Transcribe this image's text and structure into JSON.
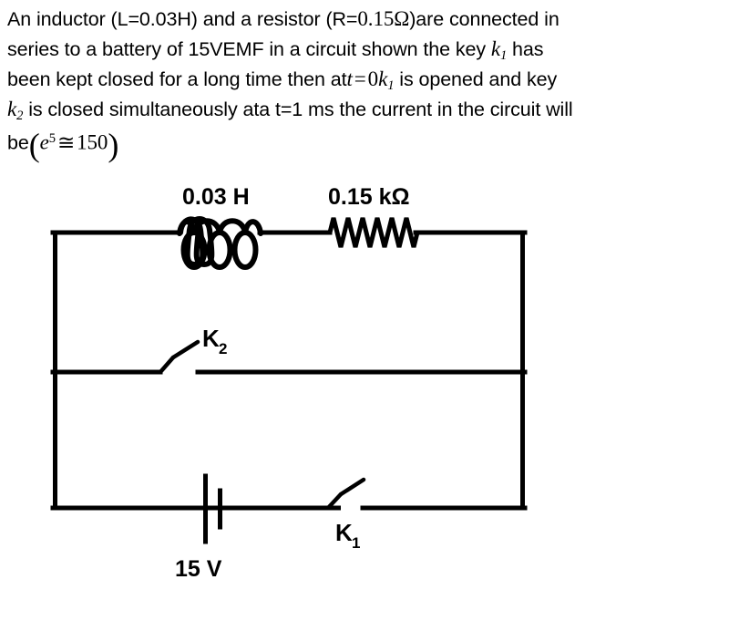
{
  "question": {
    "lines": [
      [
        {
          "t": "An inductor (L=0.03H) and a resistor (R=",
          "s": "plain"
        },
        {
          "t": "0.15",
          "s": "math-upright"
        },
        {
          "t": "Ω",
          "s": "math-upright"
        },
        {
          "t": ")are connected in",
          "s": "plain"
        }
      ],
      [
        {
          "t": "series to a battery of 15VEMF in a circuit shown the key ",
          "s": "plain"
        },
        {
          "t": "k",
          "s": "math-italic"
        },
        {
          "t": "1",
          "s": "sub"
        },
        {
          "t": " has",
          "s": "plain"
        }
      ],
      [
        {
          "t": "been kept closed for a long time then at",
          "s": "plain"
        },
        {
          "t": "t",
          "s": "math-italic"
        },
        {
          "t": "=",
          "s": "op"
        },
        {
          "t": "0",
          "s": "math-upright"
        },
        {
          "t": "k",
          "s": "math-italic"
        },
        {
          "t": "1",
          "s": "sub"
        },
        {
          "t": " is opened and key",
          "s": "plain"
        }
      ],
      [
        {
          "t": "k",
          "s": "math-italic"
        },
        {
          "t": "2",
          "s": "sub"
        },
        {
          "t": " is closed simultaneously ata t=1 ms the current in the circuit will",
          "s": "plain"
        }
      ],
      [
        {
          "t": "be",
          "s": "plain"
        },
        {
          "t": "(",
          "s": "bigparen"
        },
        {
          "t": "e",
          "s": "math-italic"
        },
        {
          "t": "5",
          "s": "sup"
        },
        {
          "t": "≅",
          "s": "op"
        },
        {
          "t": "150",
          "s": "math-upright"
        },
        {
          "t": ")",
          "s": "bigparen"
        }
      ]
    ],
    "plain_text": "An inductor (L=0.03H) and a resistor (R=0.15Ω)are connected in series to a battery of 15VEMF in a circuit shown the key k1 has been kept closed for a long time then at t=0 k1 is opened and key k2 is closed simultaneously ata t=1 ms the current in the circuit will be (e^5 ≅ 150)"
  },
  "circuit": {
    "title": "RL circuit with two keys",
    "components": {
      "inductor": {
        "label": "0.03 H",
        "symbol": "coil",
        "loops": 3,
        "branch": "top"
      },
      "resistor": {
        "label": "0.15 kΩ",
        "symbol": "zigzag",
        "peaks": 10,
        "branch": "top"
      },
      "switch_k2": {
        "label": "K",
        "subscript": "2",
        "state": "open",
        "branch": "middle"
      },
      "battery": {
        "label": "15 V",
        "symbol": "cell",
        "branch": "bottom"
      },
      "switch_k1": {
        "label": "K",
        "subscript": "1",
        "state": "open",
        "branch": "bottom"
      }
    },
    "colors": {
      "wire": "#000000",
      "background": "#ffffff"
    }
  }
}
